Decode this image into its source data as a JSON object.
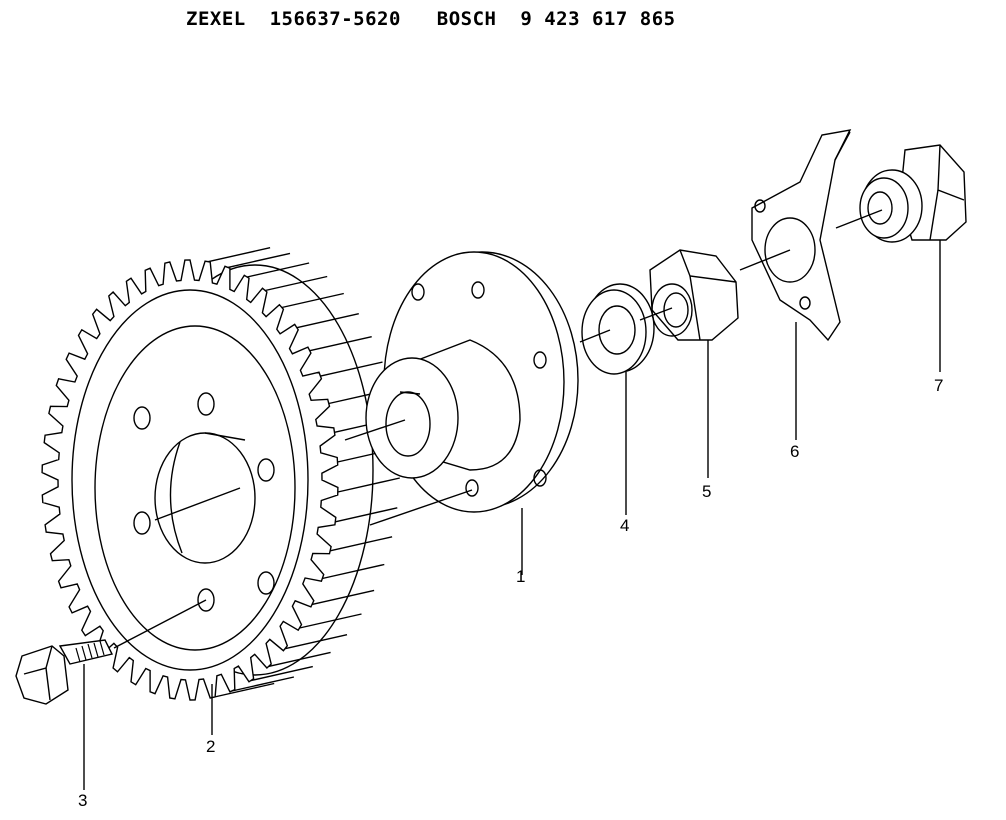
{
  "header": {
    "brand1": "ZEXEL",
    "part1": "156637-5620",
    "brand2": "BOSCH",
    "part2": "9 423 617 865"
  },
  "callouts": [
    {
      "id": "1",
      "text": "1"
    },
    {
      "id": "2",
      "text": "2"
    },
    {
      "id": "3",
      "text": "3"
    },
    {
      "id": "4",
      "text": "4"
    },
    {
      "id": "5",
      "text": "5"
    },
    {
      "id": "6",
      "text": "6"
    },
    {
      "id": "7",
      "text": "7"
    }
  ],
  "parts": [
    {
      "callout": "1",
      "icon": "hub-flange-icon"
    },
    {
      "callout": "2",
      "icon": "helical-gear-icon"
    },
    {
      "callout": "3",
      "icon": "bolt-icon"
    },
    {
      "callout": "4",
      "icon": "washer-icon"
    },
    {
      "callout": "5",
      "icon": "hex-nut-icon"
    },
    {
      "callout": "6",
      "icon": "lock-plate-icon"
    },
    {
      "callout": "7",
      "icon": "plug-nut-icon"
    }
  ]
}
